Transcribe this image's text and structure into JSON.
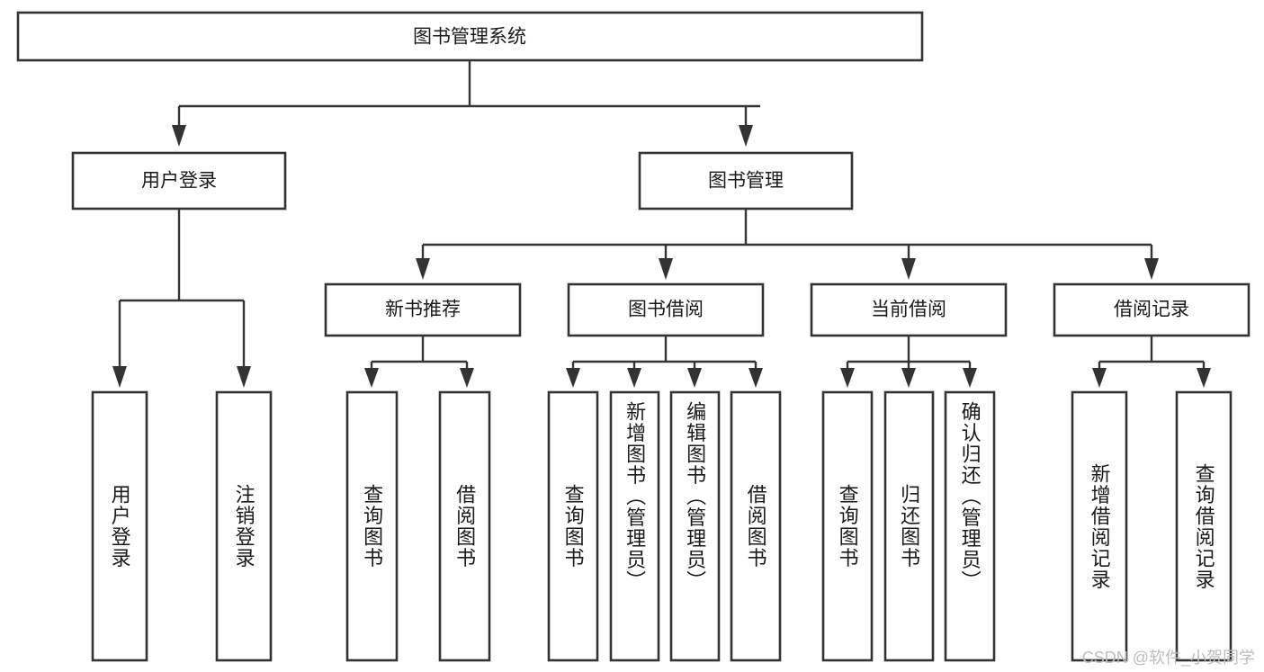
{
  "diagram": {
    "type": "tree-hierarchy",
    "title": "图书管理系统",
    "watermark": "CSDN @软件_小贺同学",
    "colors": {
      "box_stroke": "#333333",
      "box_fill": "#ffffff",
      "connector": "#333333",
      "text": "#1a1a1a",
      "watermark": "#bdbdbd",
      "background": "#ffffff"
    },
    "levels": {
      "root": {
        "label": "图书管理系统"
      },
      "level2": [
        {
          "label": "用户登录"
        },
        {
          "label": "图书管理"
        }
      ],
      "level3": [
        {
          "label": "新书推荐"
        },
        {
          "label": "图书借阅"
        },
        {
          "label": "当前借阅"
        },
        {
          "label": "借阅记录"
        }
      ],
      "leaves": [
        {
          "label": "用户登录",
          "parent": "用户登录"
        },
        {
          "label": "注销登录",
          "parent": "用户登录"
        },
        {
          "label": "查询图书",
          "parent": "新书推荐"
        },
        {
          "label": "借阅图书",
          "parent": "新书推荐"
        },
        {
          "label": "查询图书",
          "parent": "图书借阅"
        },
        {
          "label": "新增图书（管理员）",
          "parent": "图书借阅"
        },
        {
          "label": "编辑图书（管理员）",
          "parent": "图书借阅"
        },
        {
          "label": "借阅图书",
          "parent": "图书借阅"
        },
        {
          "label": "查询图书",
          "parent": "当前借阅"
        },
        {
          "label": "归还图书",
          "parent": "当前借阅"
        },
        {
          "label": "确认归还（管理员）",
          "parent": "当前借阅"
        },
        {
          "label": "新增借阅记录",
          "parent": "借阅记录"
        },
        {
          "label": "查询借阅记录",
          "parent": "借阅记录"
        }
      ]
    }
  }
}
